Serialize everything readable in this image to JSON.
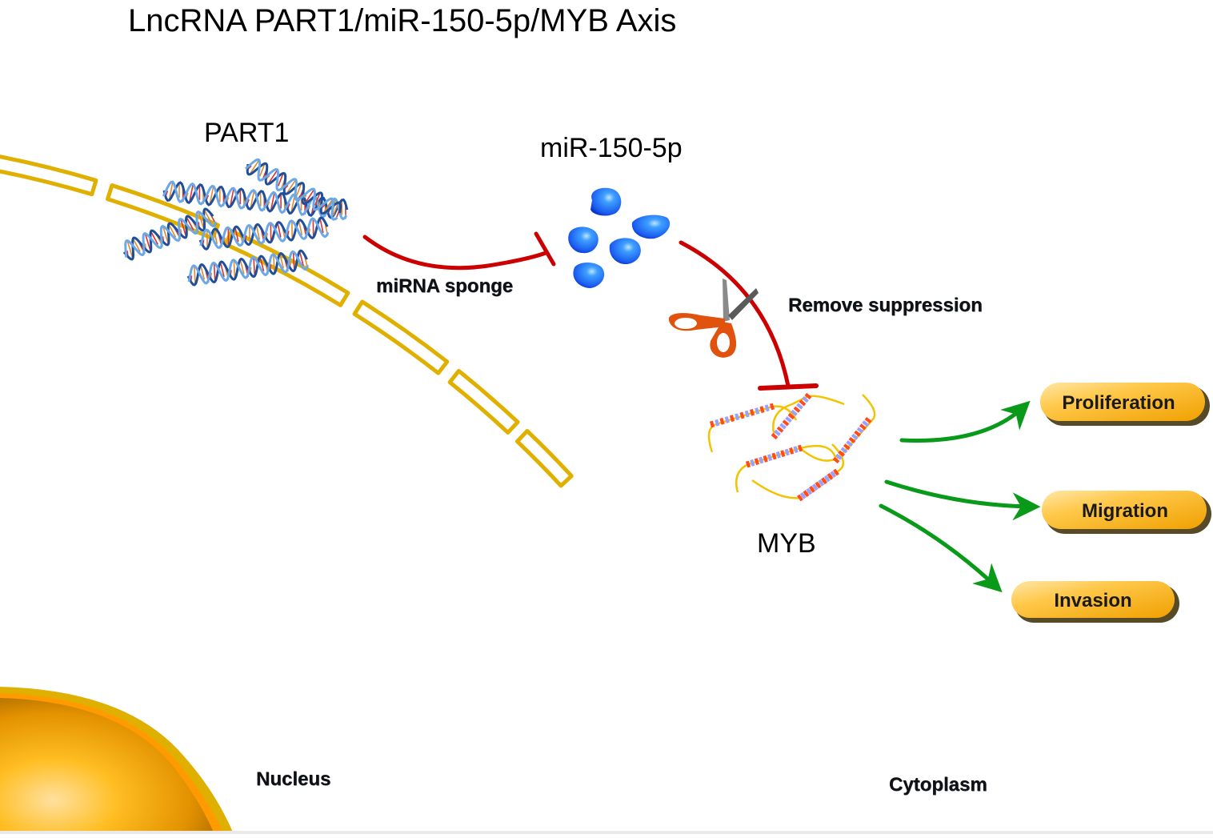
{
  "title": "LncRNA PART1/miR-150-5p/MYB Axis",
  "nodes": {
    "part1": {
      "label": "PART1",
      "icon": "lncrna-helix-icon"
    },
    "mirna": {
      "label": "miR-150-5p",
      "icon": "mirna-blob-icon"
    },
    "myb": {
      "label": "MYB",
      "icon": "mrna-strand-icon"
    }
  },
  "edges": {
    "sponge": {
      "label": "miRNA sponge",
      "type": "inhibition",
      "color": "#cc0000"
    },
    "suppression": {
      "label": "Remove suppression",
      "type": "inhibition",
      "color": "#cc0000",
      "modifier_icon": "scissors-icon"
    }
  },
  "outcomes": [
    {
      "label": "Proliferation",
      "arrow_color": "#0a9a1a"
    },
    {
      "label": "Migration",
      "arrow_color": "#0a9a1a"
    },
    {
      "label": "Invasion",
      "arrow_color": "#0a9a1a"
    }
  ],
  "compartments": {
    "nucleus": "Nucleus",
    "cytoplasm": "Cytoplasm"
  },
  "colors": {
    "membrane": "#e0b000",
    "nucleus_fill": "#f5a800",
    "inhibition": "#cc0000",
    "activation": "#0a9a1a",
    "pill": "#f7b733",
    "mirna_blue": "#1a5cf0"
  }
}
